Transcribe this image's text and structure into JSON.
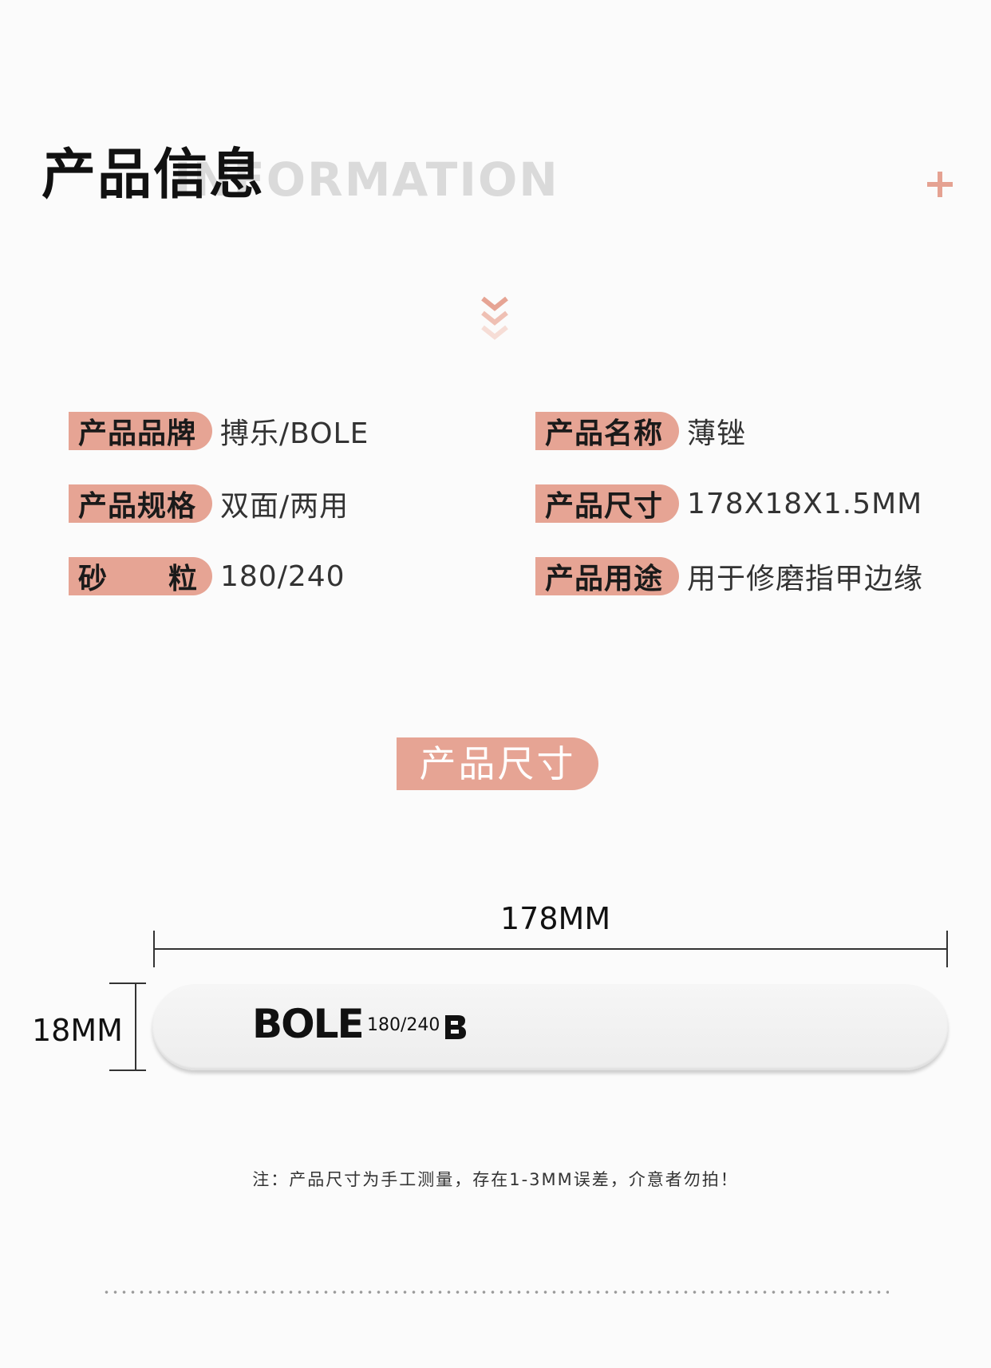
{
  "header": {
    "title": "产品信息",
    "background_word": "INFORMATION",
    "accent_color": "#e6a494"
  },
  "specs": {
    "brand": {
      "label": "产品品牌",
      "value": "搏乐/BOLE"
    },
    "name": {
      "label": "产品名称",
      "value": "薄锉"
    },
    "spec": {
      "label": "产品规格",
      "value": "双面/两用"
    },
    "size": {
      "label": "产品尺寸",
      "value": "178X18X1.5MM"
    },
    "grit": {
      "label_left": "砂",
      "label_right": "粒",
      "value": "180/240"
    },
    "usage": {
      "label": "产品用途",
      "value": "用于修磨指甲边缘"
    }
  },
  "size_section": {
    "heading": "产品尺寸",
    "length_label": "178MM",
    "width_label": "18MM",
    "product_brand_print": "BOLE",
    "product_grit_print": "180/240"
  },
  "note": "注：产品尺寸为手工测量，存在1-3MM误差，介意者勿拍！"
}
